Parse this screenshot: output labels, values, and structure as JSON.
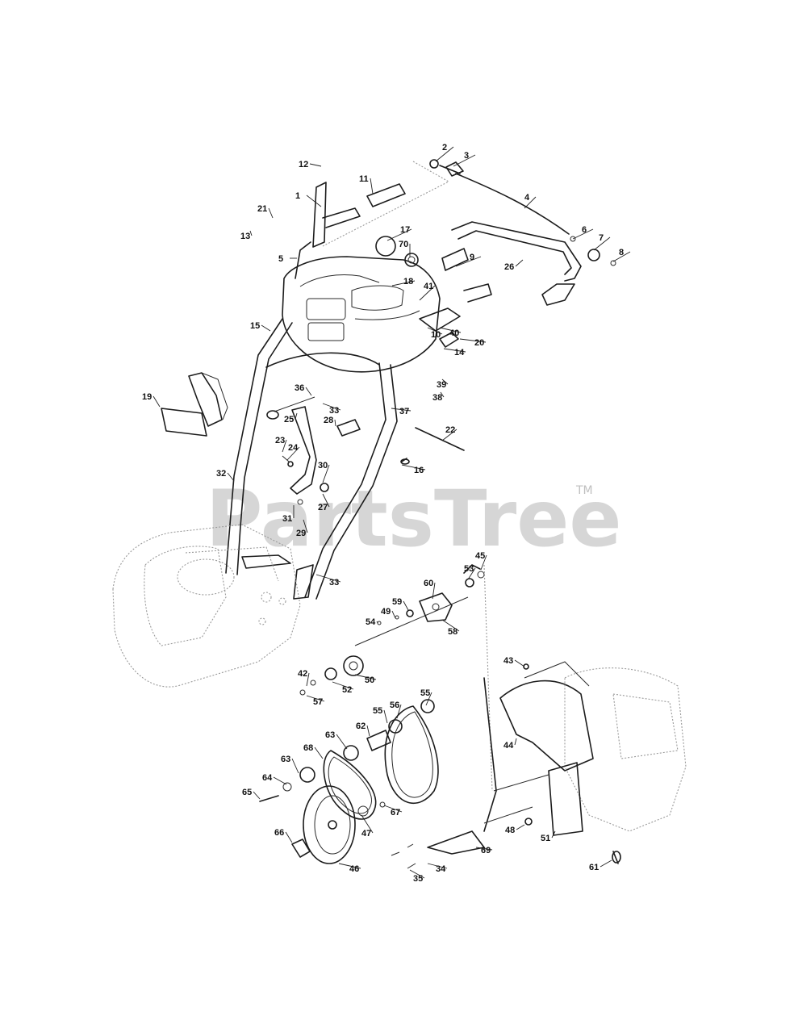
{
  "watermark": {
    "text": "PartsTree",
    "trademark": "TM"
  },
  "callouts": [
    "1",
    "2",
    "3",
    "4",
    "5",
    "6",
    "7",
    "8",
    "9",
    "10",
    "11",
    "12",
    "13",
    "14",
    "15",
    "16",
    "17",
    "18",
    "19",
    "20",
    "21",
    "22",
    "23",
    "24",
    "25",
    "26",
    "27",
    "28",
    "29",
    "30",
    "31",
    "32",
    "33",
    "34",
    "35",
    "36",
    "37",
    "38",
    "39",
    "40",
    "41",
    "42",
    "43",
    "44",
    "45",
    "46",
    "47",
    "48",
    "49",
    "50",
    "51",
    "52",
    "53",
    "54",
    "55",
    "56",
    "57",
    "58",
    "59",
    "60",
    "61",
    "62",
    "63",
    "64",
    "65",
    "66",
    "67",
    "68",
    "69",
    "70"
  ]
}
